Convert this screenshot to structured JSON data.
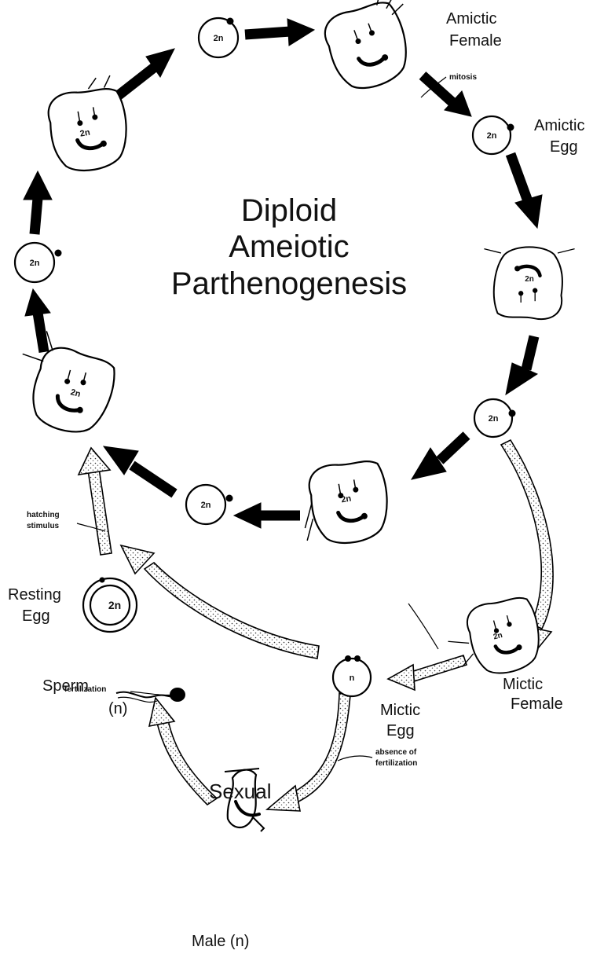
{
  "diagram": {
    "title_lines": [
      "Diploid",
      "Ameiotic",
      "Parthenogenesis"
    ],
    "sexual_label": "Sexual",
    "labels": {
      "amictic_female": [
        "Amictic",
        "Female"
      ],
      "amictic_egg": [
        "Amictic",
        "Egg"
      ],
      "mictic_female": [
        "Mictic",
        "Female"
      ],
      "mictic_egg": [
        "Mictic",
        "Egg"
      ],
      "resting_egg": [
        "Resting",
        "Egg"
      ],
      "sperm": "Sperm",
      "sperm_ploidy": "(n)",
      "male": "Male (n)"
    },
    "annotations": {
      "mitosis": "mitosis",
      "hatching_stimulus": [
        "hatching",
        "stimulus"
      ],
      "fertilization": "fertilization",
      "absence_of_fertilization": [
        "absence of",
        "fertilization"
      ]
    },
    "ploidy": {
      "diploid": "2n",
      "haploid": "n"
    }
  }
}
